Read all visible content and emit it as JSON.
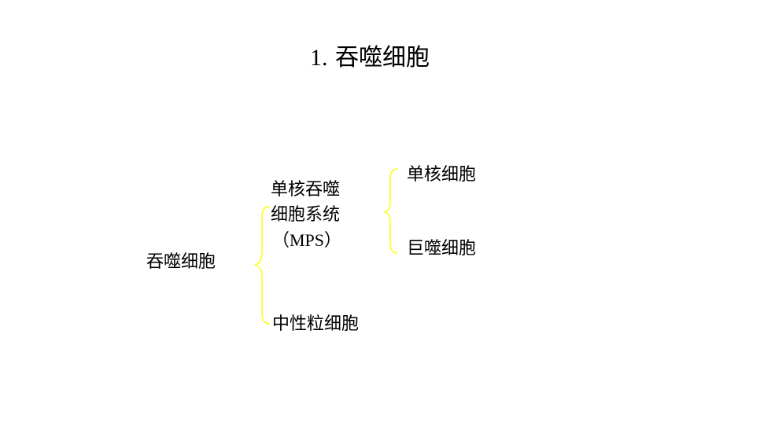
{
  "title": {
    "number": "1.",
    "text": "吞噬细胞"
  },
  "root": {
    "label": "吞噬细胞"
  },
  "mps": {
    "line1": "单核吞噬",
    "line2": "细胞系统",
    "line3": "（MPS）"
  },
  "neutrophil": {
    "label": "中性粒细胞"
  },
  "monocyte": {
    "label": "单核细胞"
  },
  "macrophage": {
    "label": "巨噬细胞"
  },
  "colors": {
    "brace": "#ffff00",
    "text": "#000000",
    "background": "#ffffff"
  }
}
